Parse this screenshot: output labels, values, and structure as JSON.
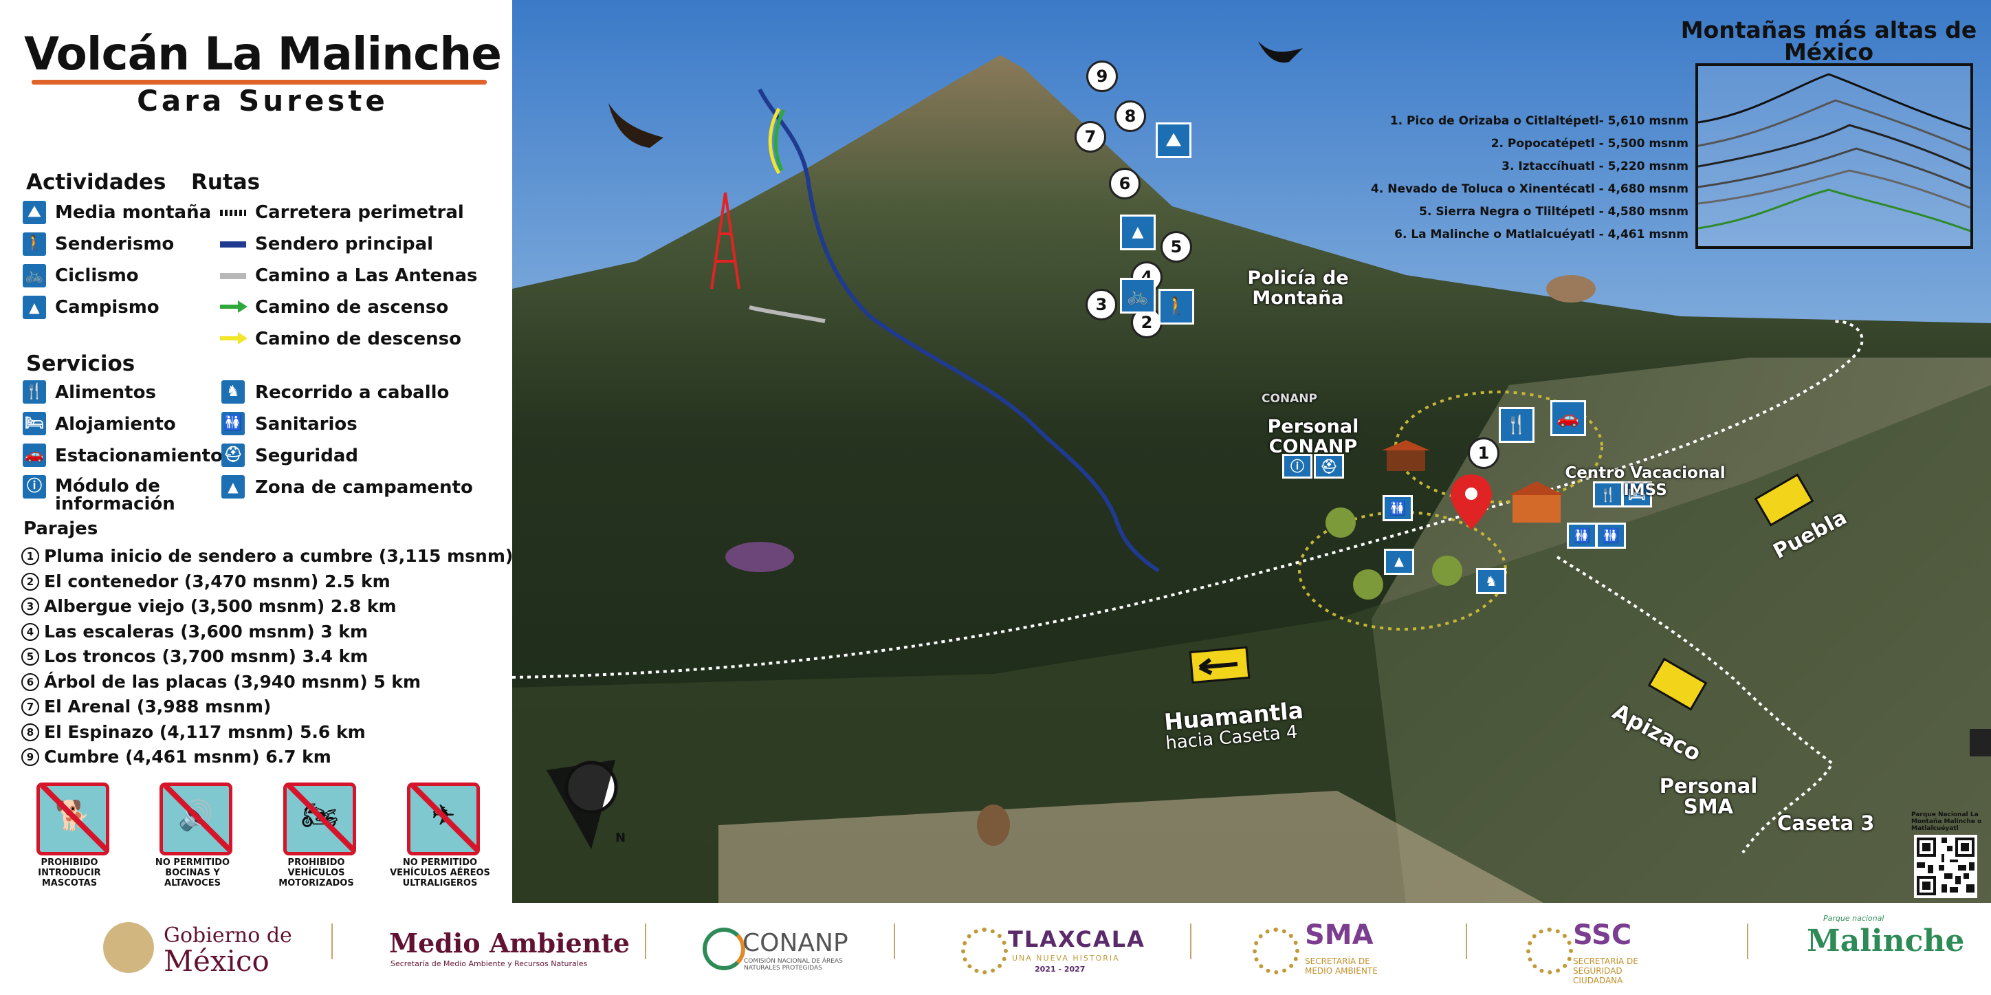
{
  "legend": {
    "title": "Volcán La Malinche",
    "subtitle": "Cara Sureste",
    "activities_title": "Actividades",
    "routes_title": "Rutas",
    "activities": [
      {
        "icon": "hiking-icon",
        "label": "Media montaña"
      },
      {
        "icon": "walking-icon",
        "label": "Senderismo"
      },
      {
        "icon": "cycling-icon",
        "label": "Ciclismo"
      },
      {
        "icon": "tent-icon",
        "label": "Campismo"
      }
    ],
    "routes": [
      {
        "label": "Carretera perimetral",
        "color": "#111111"
      },
      {
        "label": "Sendero principal",
        "color": "#1f3a8f"
      },
      {
        "label": "Camino a Las Antenas",
        "color": "#b8b8b8"
      },
      {
        "label": "Camino de ascenso",
        "color": "#2fa83a"
      },
      {
        "label": "Camino de descenso",
        "color": "#f2e52a"
      }
    ],
    "services_title": "Servicios",
    "services": [
      {
        "icon": "food-icon",
        "label": "Alimentos"
      },
      {
        "icon": "bed-icon",
        "label": "Alojamiento"
      },
      {
        "icon": "car-icon",
        "label": "Estacionamiento"
      },
      {
        "icon": "info-icon",
        "label": "Módulo de información"
      },
      {
        "icon": "horse-icon",
        "label": "Recorrido a caballo"
      },
      {
        "icon": "restroom-icon",
        "label": "Sanitarios"
      },
      {
        "icon": "security-icon",
        "label": "Seguridad"
      },
      {
        "icon": "camp-zone-icon",
        "label": "Zona de campamento"
      }
    ],
    "places_title": "Parajes",
    "places": [
      {
        "n": "1",
        "label": "Pluma inicio de sendero a cumbre (3,115 msnm)"
      },
      {
        "n": "2",
        "label": "El contenedor (3,470 msnm) 2.5 km"
      },
      {
        "n": "3",
        "label": "Albergue viejo (3,500 msnm) 2.8 km"
      },
      {
        "n": "4",
        "label": "Las escaleras (3,600 msnm) 3 km"
      },
      {
        "n": "5",
        "label": "Los troncos (3,700 msnm) 3.4 km"
      },
      {
        "n": "6",
        "label": "Árbol de las placas (3,940 msnm) 5 km"
      },
      {
        "n": "7",
        "label": "El Arenal (3,988 msnm)"
      },
      {
        "n": "8",
        "label": "El Espinazo (4,117 msnm) 5.6 km"
      },
      {
        "n": "9",
        "label": "Cumbre (4,461 msnm) 6.7 km"
      }
    ],
    "prohibitions": [
      {
        "icon": "pet-icon",
        "label": "PROHIBIDO INTRODUCIR MASCOTAS"
      },
      {
        "icon": "speaker-icon",
        "label": "NO PERMITIDO BOCINAS Y ALTAVOCES"
      },
      {
        "icon": "atv-icon",
        "label": "PROHIBIDO VEHÍCULOS MOTORIZADOS"
      },
      {
        "icon": "drone-icon",
        "label": "NO PERMITIDO VEHÍCULOS AÉREOS ULTRALIGEROS"
      }
    ]
  },
  "map": {
    "labels": {
      "policia": "Policía de Montaña",
      "conanp_staff": "Personal CONANP",
      "conanp_logo": "CONANP",
      "centro": "Centro Vacacional IMSS",
      "puebla": "Puebla",
      "huamantla": "Huamantla",
      "huamantla_sub": "hacia Caseta 4",
      "apizaco": "Apizaco",
      "sma_staff": "Personal SMA",
      "caseta": "Caseta 3",
      "compass": "N"
    },
    "pins": [
      "1",
      "2",
      "3",
      "4",
      "5",
      "6",
      "7",
      "8",
      "9"
    ],
    "inset": {
      "title": "Montañas más altas de México",
      "peaks": [
        "1. Pico de Orizaba o Citlaltépetl- 5,610 msnm",
        "2. Popocatépetl - 5,500 msnm",
        "3. Iztaccíhuatl - 5,220 msnm",
        "4. Nevado de Toluca o Xinentécatl - 4,680 msnm",
        "5. Sierra Negra o Tliltépetl - 4,580 msnm",
        "6. La Malinche o Matlalcuéyatl - 4,461 msnm"
      ]
    },
    "qr_caption": "Parque Nacional La Montaña Malinche o Matlalcuéyatl"
  },
  "footer": {
    "logos": [
      {
        "name": "Gobierno de",
        "name2": "México"
      },
      {
        "name": "Medio Ambiente",
        "sub": "Secretaría de Medio Ambiente y Recursos Naturales"
      },
      {
        "name": "CONANP",
        "sub": "COMISIÓN NACIONAL DE ÁREAS NATURALES PROTEGIDAS"
      },
      {
        "name": "TLAXCALA",
        "sub": "UNA NUEVA HISTORIA",
        "sub2": "2021 - 2027"
      },
      {
        "name": "SMA",
        "sub": "SECRETARÍA DE MEDIO AMBIENTE"
      },
      {
        "name": "SSC",
        "sub": "SECRETARÍA DE SEGURIDAD CIUDADANA"
      },
      {
        "name": "Malinche",
        "sub": "Parque nacional"
      }
    ]
  },
  "colors": {
    "accent": "#e0632a",
    "sign_blue": "#1b6fb2",
    "trail": "#1f3a8f",
    "prohibited": "#d6152b"
  }
}
